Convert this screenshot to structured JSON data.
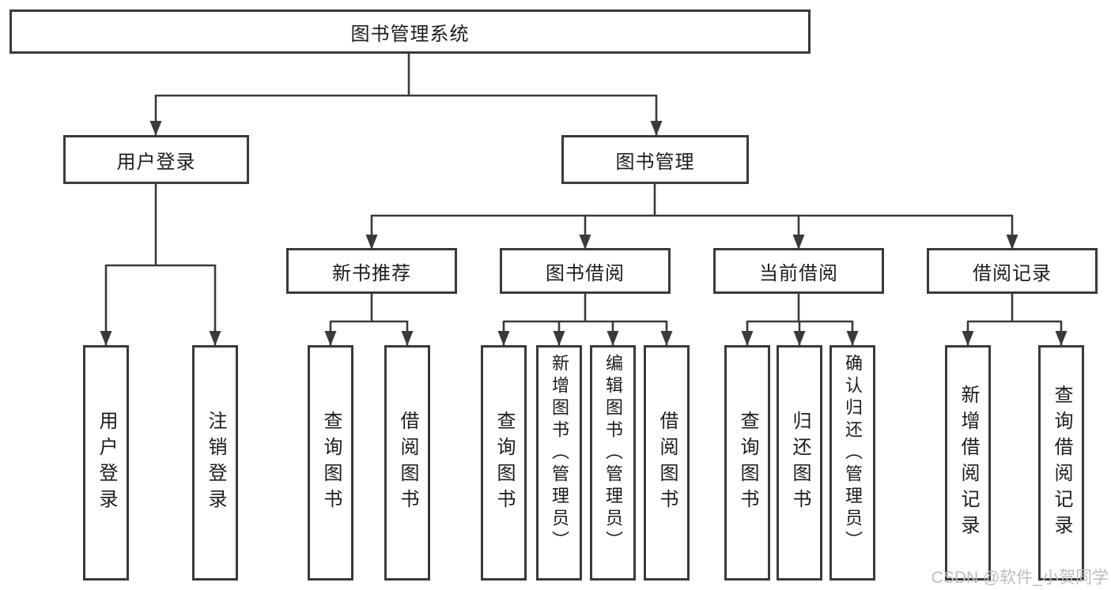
{
  "tree": {
    "root": {
      "label": "图书管理系统"
    },
    "branches": [
      {
        "label": "用户登录",
        "children": [
          {
            "label": "用户登录"
          },
          {
            "label": "注销登录"
          }
        ]
      },
      {
        "label": "图书管理",
        "children": [
          {
            "label": "新书推荐",
            "children": [
              {
                "label": "查询图书"
              },
              {
                "label": "借阅图书"
              }
            ]
          },
          {
            "label": "图书借阅",
            "children": [
              {
                "label": "查询图书"
              },
              {
                "label": "新增图书（管理员）"
              },
              {
                "label": "编辑图书（管理员）"
              },
              {
                "label": "借阅图书"
              }
            ]
          },
          {
            "label": "当前借阅",
            "children": [
              {
                "label": "查询图书"
              },
              {
                "label": "归还图书"
              },
              {
                "label": "确认归还（管理员）"
              }
            ]
          },
          {
            "label": "借阅记录",
            "children": [
              {
                "label": "新增借阅记录"
              },
              {
                "label": "查询借阅记录"
              }
            ]
          }
        ]
      }
    ]
  },
  "watermark": {
    "text": "CSDN @软件_小贺同学"
  },
  "colors": {
    "line": "#3a3a3a",
    "border": "#3a3a3a",
    "fill": "#ffffff",
    "text": "#1c1c1c",
    "background": "#ffffff",
    "watermark": "#bdbdbd"
  }
}
